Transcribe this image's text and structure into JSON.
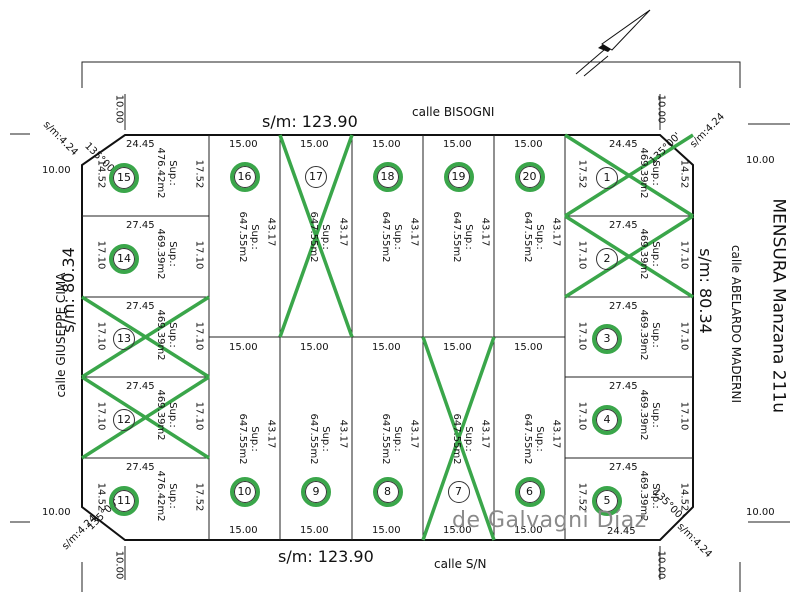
{
  "title": "MENSURA Manzana 211u",
  "streets": {
    "north": "calle BISOGNI",
    "south": "calle S/N",
    "west": "calle GIUSEPPE CIMA",
    "east": "calle ABELARDO MADERNI"
  },
  "side_measures": {
    "north": "s/m: 123.90",
    "south": "s/m: 123.90",
    "west": "s/m: 80.34",
    "east": "s/m: 80.34"
  },
  "corner_labels": {
    "ochava": "s/m:4.24",
    "angle": "135°00'",
    "offset": "10.00"
  },
  "lots": [
    {
      "num": "1",
      "front": "24.45",
      "side_a": "17.52",
      "side_b": "14.52",
      "area": "Sup.: 469.39m2",
      "crossed": true
    },
    {
      "num": "2",
      "front": "27.45",
      "side_a": "17.10",
      "side_b": "17.10",
      "area": "Sup.: 469.39m2",
      "crossed": true
    },
    {
      "num": "3",
      "front": "27.45",
      "side_a": "17.10",
      "side_b": "17.10",
      "area": "Sup.: 469.39m2",
      "crossed": false
    },
    {
      "num": "4",
      "front": "27.45",
      "side_a": "17.10",
      "side_b": "17.10",
      "area": "Sup.: 469.39m2",
      "crossed": false
    },
    {
      "num": "5",
      "front": "27.45",
      "side_a": "17.52",
      "side_b": "14.52",
      "area": "Sup.: 469.39m2",
      "crossed": false
    },
    {
      "num": "6",
      "front": "15.00",
      "side": "43.17",
      "area": "Sup.: 647.55m2",
      "crossed": false
    },
    {
      "num": "7",
      "front": "15.00",
      "side": "43.17",
      "area": "Sup.: 647.55m2",
      "crossed": true
    },
    {
      "num": "8",
      "front": "15.00",
      "side": "43.17",
      "area": "Sup.: 647.55m2",
      "crossed": false
    },
    {
      "num": "9",
      "front": "15.00",
      "side": "43.17",
      "area": "Sup.: 647.55m2",
      "crossed": false
    },
    {
      "num": "10",
      "front": "15.00",
      "side": "43.17",
      "area": "Sup.: 647.55m2",
      "crossed": false
    },
    {
      "num": "11",
      "front": "27.45",
      "side_a": "17.52",
      "side_b": "14.52",
      "area": "Sup.: 476.42m2",
      "crossed": false
    },
    {
      "num": "12",
      "front": "27.45",
      "side_a": "17.10",
      "side_b": "17.10",
      "area": "Sup.: 469.39m2",
      "crossed": true
    },
    {
      "num": "13",
      "front": "27.45",
      "side_a": "17.10",
      "side_b": "17.10",
      "area": "Sup.: 469.39m2",
      "crossed": true
    },
    {
      "num": "14",
      "front": "27.45",
      "side_a": "17.10",
      "side_b": "17.10",
      "area": "Sup.: 469.39m2",
      "crossed": false
    },
    {
      "num": "15",
      "front": "24.45",
      "side_a": "17.52",
      "side_b": "14.52",
      "area": "Sup.: 476.42m2",
      "crossed": false
    },
    {
      "num": "16",
      "front": "15.00",
      "side": "43.17",
      "area": "Sup.: 647.55m2",
      "crossed": false
    },
    {
      "num": "17",
      "front": "15.00",
      "side": "43.17",
      "area": "Sup.: 647.55m2",
      "crossed": true
    },
    {
      "num": "18",
      "front": "15.00",
      "side": "43.17",
      "area": "Sup.: 647.55m2",
      "crossed": false
    },
    {
      "num": "19",
      "front": "15.00",
      "side": "43.17",
      "area": "Sup.: 647.55m2",
      "crossed": false
    },
    {
      "num": "20",
      "front": "15.00",
      "side": "43.17",
      "area": "Sup.: 647.55m2",
      "crossed": false
    }
  ],
  "bottom_corner_front": "24.45",
  "watermark": "de Galvagni Díaz",
  "colors": {
    "mark": "#3aa64a",
    "line": "#222222"
  },
  "icons": {
    "north": "north-arrow-icon"
  }
}
